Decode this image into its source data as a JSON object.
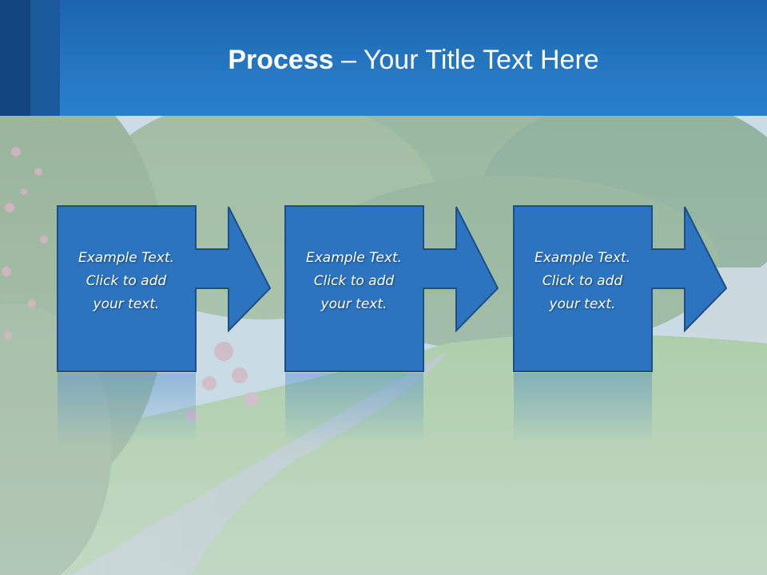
{
  "slide": {
    "title_bold": "Process",
    "title_rest": " – Your Title Text Here",
    "steps": [
      {
        "text": "Example Text.\nClick  to add\nyour text."
      },
      {
        "text": "Example Text.\nClick  to add\nyour text."
      },
      {
        "text": "Example Text.\nClick  to add\nyour text."
      }
    ]
  },
  "colors": {
    "title_bar": "#2577c2",
    "title_bar_dark_stripe": "#13467f",
    "step_fill": "#2c74bf",
    "step_border": "#1c4f86",
    "title_text": "#ffffff"
  },
  "icons": [
    "right-arrow-icon"
  ]
}
